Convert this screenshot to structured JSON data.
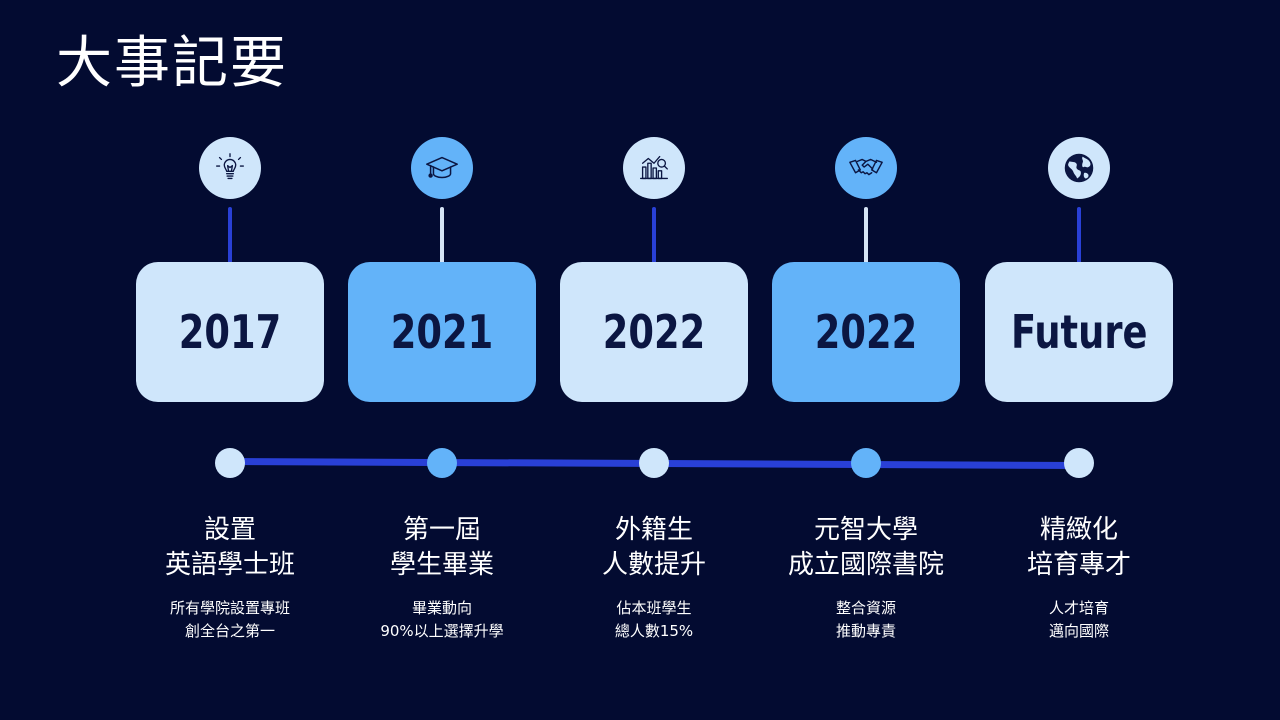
{
  "title": "大事記要",
  "colors": {
    "background": "#030b31",
    "box_light": "#cfe6fb",
    "box_mid": "#63b3f9",
    "timeline": "#2940d6",
    "connector_light": "#d6e4f5",
    "year_text": "#0b1642"
  },
  "milestones": [
    {
      "year": "2017",
      "icon": "lightbulb-icon",
      "heading": [
        "設置",
        "英語學士班"
      ],
      "description": [
        "所有學院設置專班",
        "創全台之第一"
      ]
    },
    {
      "year": "2021",
      "icon": "graduation-cap-icon",
      "heading": [
        "第一屆",
        "學生畢業"
      ],
      "description": [
        "畢業動向",
        "90%以上選擇升學"
      ]
    },
    {
      "year": "2022",
      "icon": "chart-magnifier-icon",
      "heading": [
        "外籍生",
        "人數提升"
      ],
      "description": [
        "佔本班學生",
        "總人數15%"
      ]
    },
    {
      "year": "2022",
      "icon": "handshake-icon",
      "heading": [
        "元智大學",
        "成立國際書院"
      ],
      "description": [
        "整合資源",
        "推動專責"
      ]
    },
    {
      "year": "Future",
      "icon": "globe-icon",
      "heading": [
        "精緻化",
        "培育專才"
      ],
      "description": [
        "人才培育",
        "邁向國際"
      ]
    }
  ]
}
